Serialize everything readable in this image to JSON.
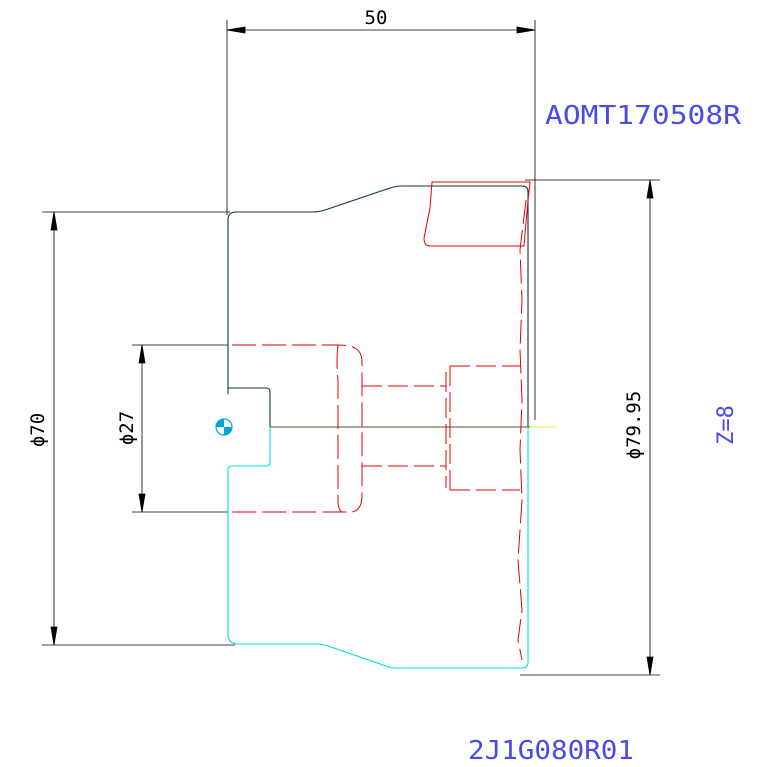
{
  "drawing": {
    "top_dimension": "50",
    "left_outer_diameter": "ϕ70",
    "left_inner_diameter": "ϕ27",
    "right_diameter": "ϕ79.95",
    "tool_code": "AOMT170508R",
    "z_label": "Z=8",
    "part_code": "2J1G080R01"
  },
  "colors": {
    "background": "#ffffff",
    "dimension_line": "#000000",
    "upper_profile": "#0e3a3a",
    "lower_profile": "#00e0e0",
    "tool_outline": "#e00000",
    "axis_line": "#e8e840",
    "annotation_blue": "#4a4ae8",
    "origin_marker": "#00a8d8"
  }
}
